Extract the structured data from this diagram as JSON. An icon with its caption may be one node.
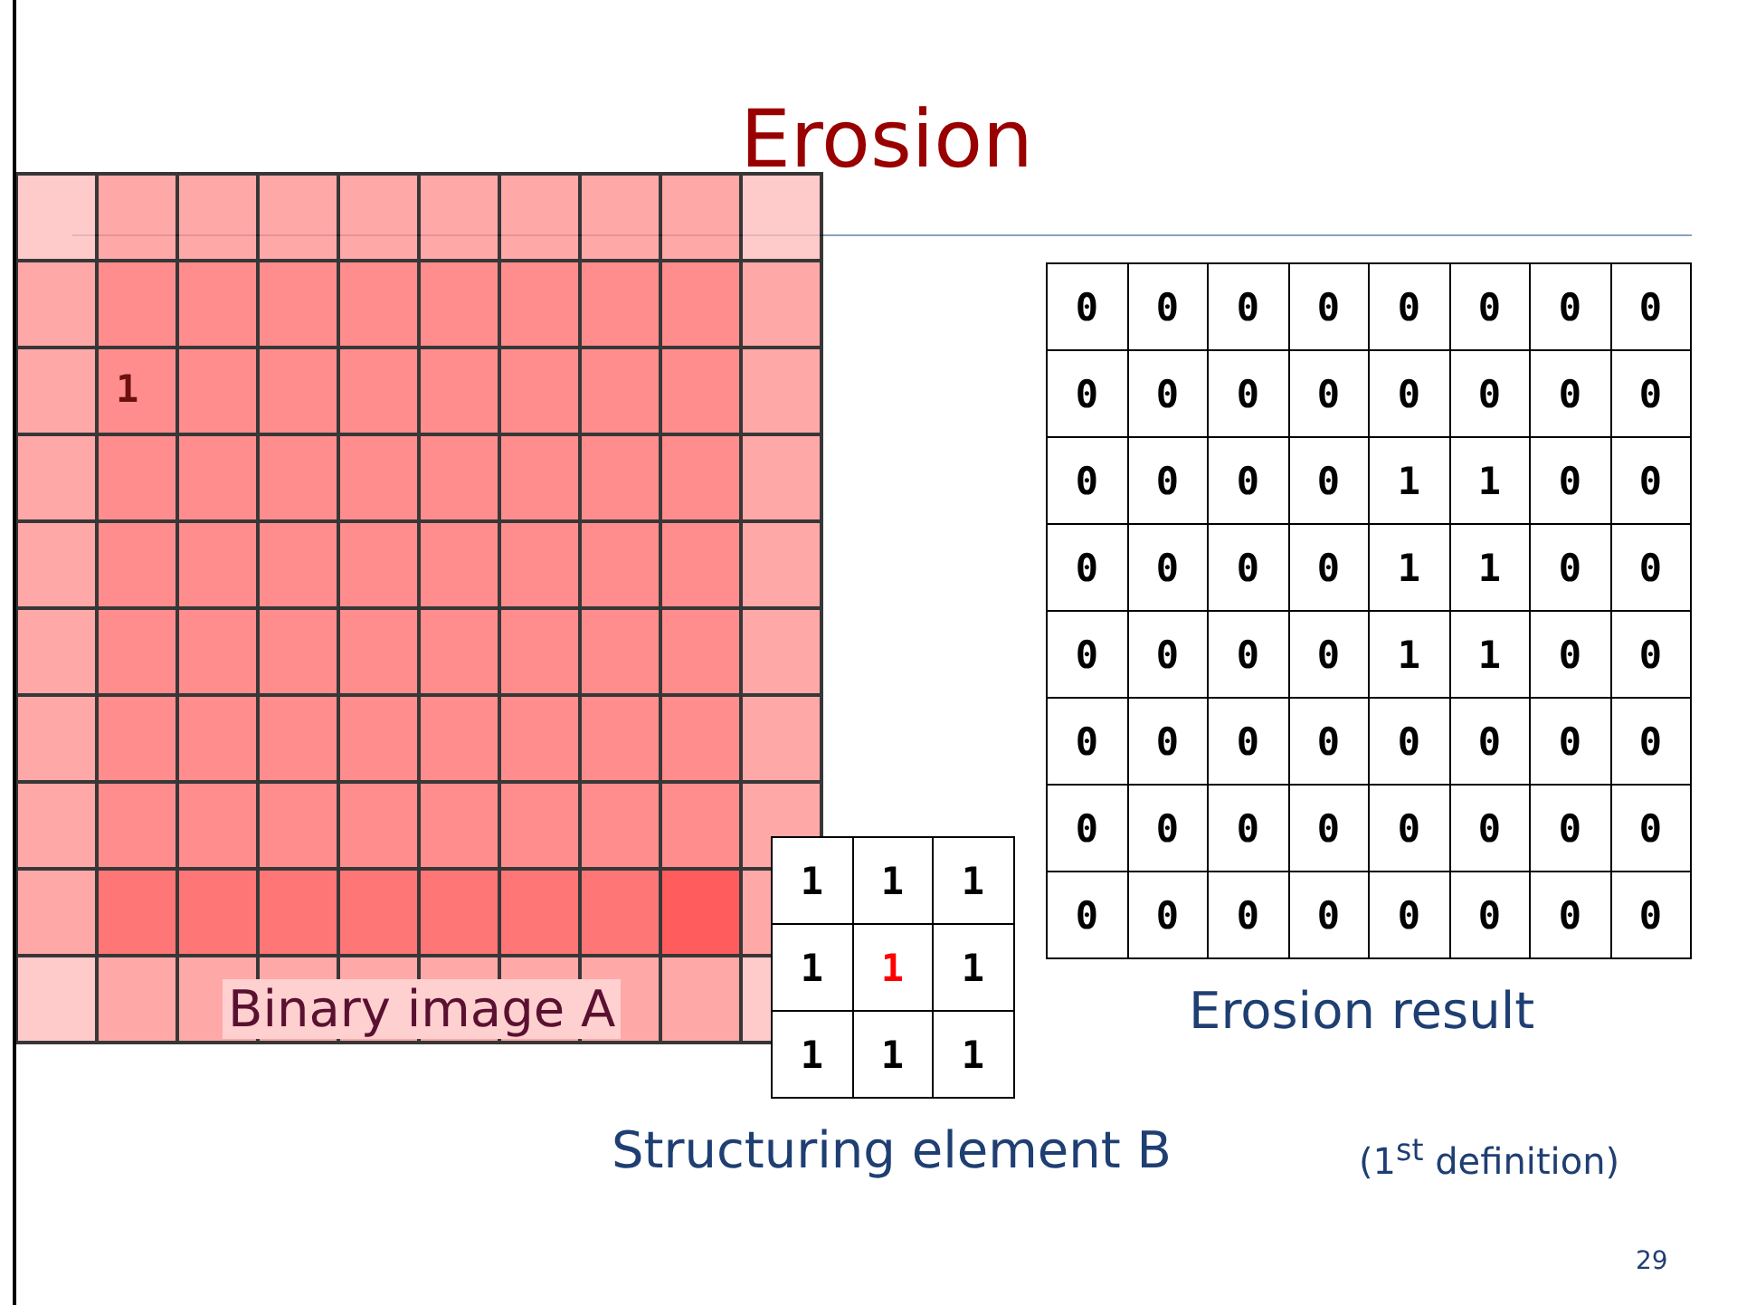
{
  "diagram": {
    "title": "Erosion",
    "labels": [
      "1",
      "0",
      "0",
      "0",
      "0",
      "0",
      "0",
      "0",
      "0",
      "0",
      "0",
      "0",
      "0",
      "0",
      "0",
      "0",
      "0",
      "0",
      "0",
      "0",
      "0",
      "1",
      "1",
      "0",
      "0",
      "0",
      "0",
      "0",
      "0",
      "1",
      "1",
      "0",
      "0",
      "0",
      "0",
      "0",
      "0",
      "1",
      "1",
      "0",
      "0",
      "0",
      "0",
      "0",
      "0",
      "0",
      "0",
      "0",
      "0",
      "0",
      "0",
      "0",
      "0",
      "0",
      "0",
      "0",
      "0",
      "0",
      "0",
      "0",
      "0",
      "0",
      "0",
      "0",
      "0",
      "1",
      "1",
      "1",
      "1",
      "1",
      "1",
      "1",
      "1",
      "1",
      "Binary image A",
      "Erosion result",
      "Structuring element B",
      "(1$^{st}$ definition)",
      "29"
    ]
  }
}
